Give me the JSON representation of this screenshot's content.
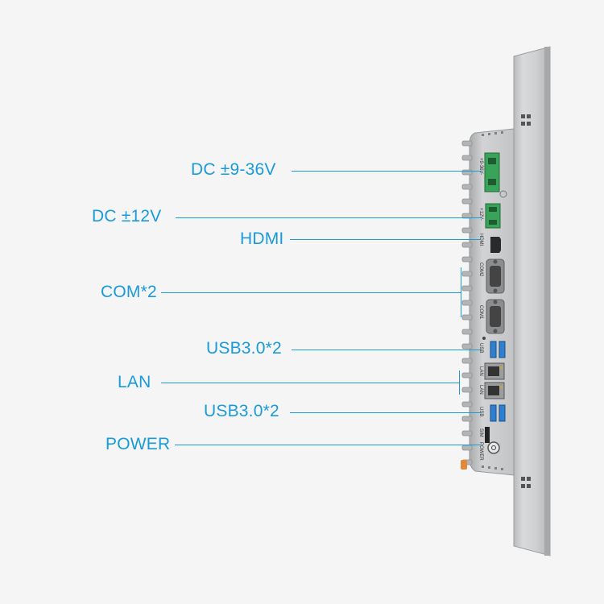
{
  "callouts": [
    {
      "id": "dc-9-36v",
      "label": "DC ±9-36V"
    },
    {
      "id": "dc-12v",
      "label": "DC ±12V"
    },
    {
      "id": "hdmi",
      "label": "HDMI"
    },
    {
      "id": "com",
      "label": "COM*2"
    },
    {
      "id": "usb-top",
      "label": "USB3.0*2"
    },
    {
      "id": "lan",
      "label": "LAN"
    },
    {
      "id": "usb-bottom",
      "label": "USB3.0*2"
    },
    {
      "id": "power",
      "label": "POWER"
    }
  ],
  "ports": {
    "terminal_top": "+9-36V-",
    "terminal_mid": "+12V-",
    "hdmi": "HDMI",
    "com2": "COM2",
    "com1": "COM1",
    "usb1": "USB",
    "lan1": "LAN",
    "lan2": "LAN",
    "usb2": "USB",
    "sim": "SIM",
    "power": "POWER"
  },
  "colors": {
    "accent": "#1a9ad9",
    "chassis": "#c8c9cb",
    "panel": "#d5d6d8",
    "terminal": "#3aa35a",
    "usb": "#2f7fd0",
    "background": "#f5f5f5"
  }
}
